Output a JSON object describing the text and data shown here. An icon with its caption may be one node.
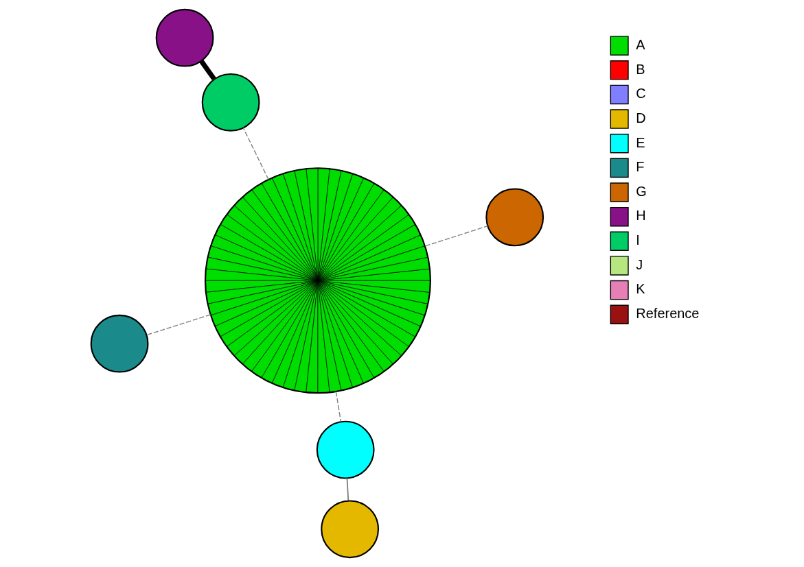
{
  "diagram": {
    "nodes": [
      {
        "text": [],
        "shape": "circle"
      },
      {
        "text": [],
        "shape": "circle"
      },
      {
        "text": [],
        "shape": "circle"
      },
      {
        "text": [],
        "shape": "circle"
      },
      {
        "text": [],
        "shape": "circle"
      },
      {
        "text": [],
        "shape": "circle"
      },
      {
        "text": [],
        "shape": "circle"
      }
    ],
    "edges": [
      {
        "from": 0,
        "to": 1,
        "arrow": "none"
      },
      {
        "from": 5,
        "to": 1,
        "arrow": "none",
        "style": "dashed"
      },
      {
        "from": 2,
        "to": 3,
        "arrow": "none",
        "style": "thick",
        "color": "#000000"
      },
      {
        "from": 5,
        "to": 3,
        "arrow": "none",
        "style": "dashed"
      },
      {
        "from": 5,
        "to": 4,
        "arrow": "none",
        "style": "dashed"
      },
      {
        "from": 5,
        "to": 6,
        "arrow": "none",
        "style": "dashed"
      }
    ],
    "legend": [
      {
        "text": "A",
        "color": "#00dd00"
      },
      {
        "text": "B",
        "color": "#ff0000"
      },
      {
        "text": "C",
        "color": "#7f7fff"
      },
      {
        "text": "D",
        "color": "#e5b800"
      },
      {
        "text": "E",
        "color": "#00ffff"
      },
      {
        "text": "F",
        "color": "#1a8a8a"
      },
      {
        "text": "G",
        "color": "#cc6600"
      },
      {
        "text": "H",
        "color": "#881188"
      },
      {
        "text": "I",
        "color": "#00cc66"
      },
      {
        "text": "J",
        "color": "#b5e67f"
      },
      {
        "text": "K",
        "color": "#e57fb5"
      },
      {
        "text": "Reference",
        "color": "#991111"
      }
    ]
  }
}
